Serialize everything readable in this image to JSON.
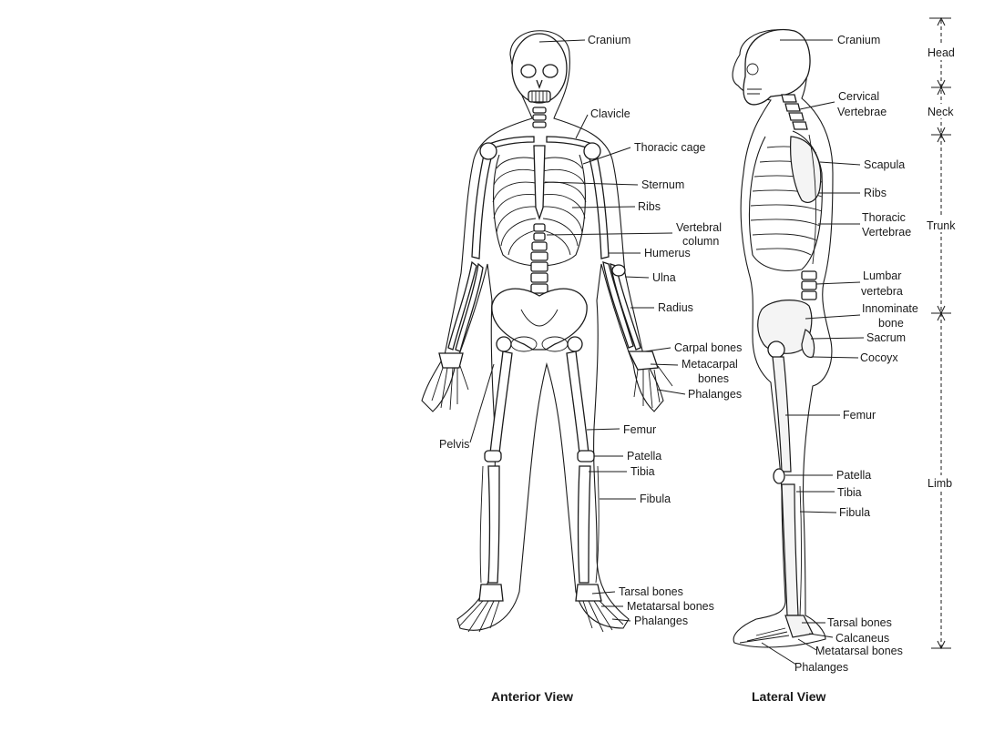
{
  "anterior": {
    "title": "Anterior View",
    "labels": {
      "cranium": "Cranium",
      "clavicle": "Clavicle",
      "thoracic_cage": "Thoracic cage",
      "sternum": "Sternum",
      "ribs": "Ribs",
      "vertebral_column_1": "Vertebral",
      "vertebral_column_2": "column",
      "humerus": "Humerus",
      "ulna": "Ulna",
      "radius": "Radius",
      "carpal_bones": "Carpal bones",
      "metacarpal_1": "Metacarpal",
      "metacarpal_2": "bones",
      "phalanges_hand": "Phalanges",
      "pelvis": "Pelvis",
      "femur": "Femur",
      "patella": "Patella",
      "tibia": "Tibia",
      "fibula": "Fibula",
      "tarsal_bones": "Tarsal bones",
      "metatarsal_bones": "Metatarsal bones",
      "phalanges_foot": "Phalanges"
    }
  },
  "lateral": {
    "title": "Lateral View",
    "labels": {
      "cranium": "Cranium",
      "cervical_1": "Cervical",
      "cervical_2": "Vertebrae",
      "scapula": "Scapula",
      "ribs": "Ribs",
      "thoracic_1": "Thoracic",
      "thoracic_2": "Vertebrae",
      "lumbar_1": "Lumbar",
      "lumbar_2": "vertebra",
      "innominate_1": "Innominate",
      "innominate_2": "bone",
      "sacrum": "Sacrum",
      "coccyx": "Cocoyx",
      "femur": "Femur",
      "patella": "Patella",
      "tibia": "Tibia",
      "fibula": "Fibula",
      "tarsal_bones": "Tarsal bones",
      "calcaneus": "Calcaneus",
      "metatarsal_bones": "Metatarsal bones",
      "phalanges": "Phalanges"
    }
  },
  "segments": {
    "head": "Head",
    "neck": "Neck",
    "trunk": "Trunk",
    "limb": "Limb"
  }
}
